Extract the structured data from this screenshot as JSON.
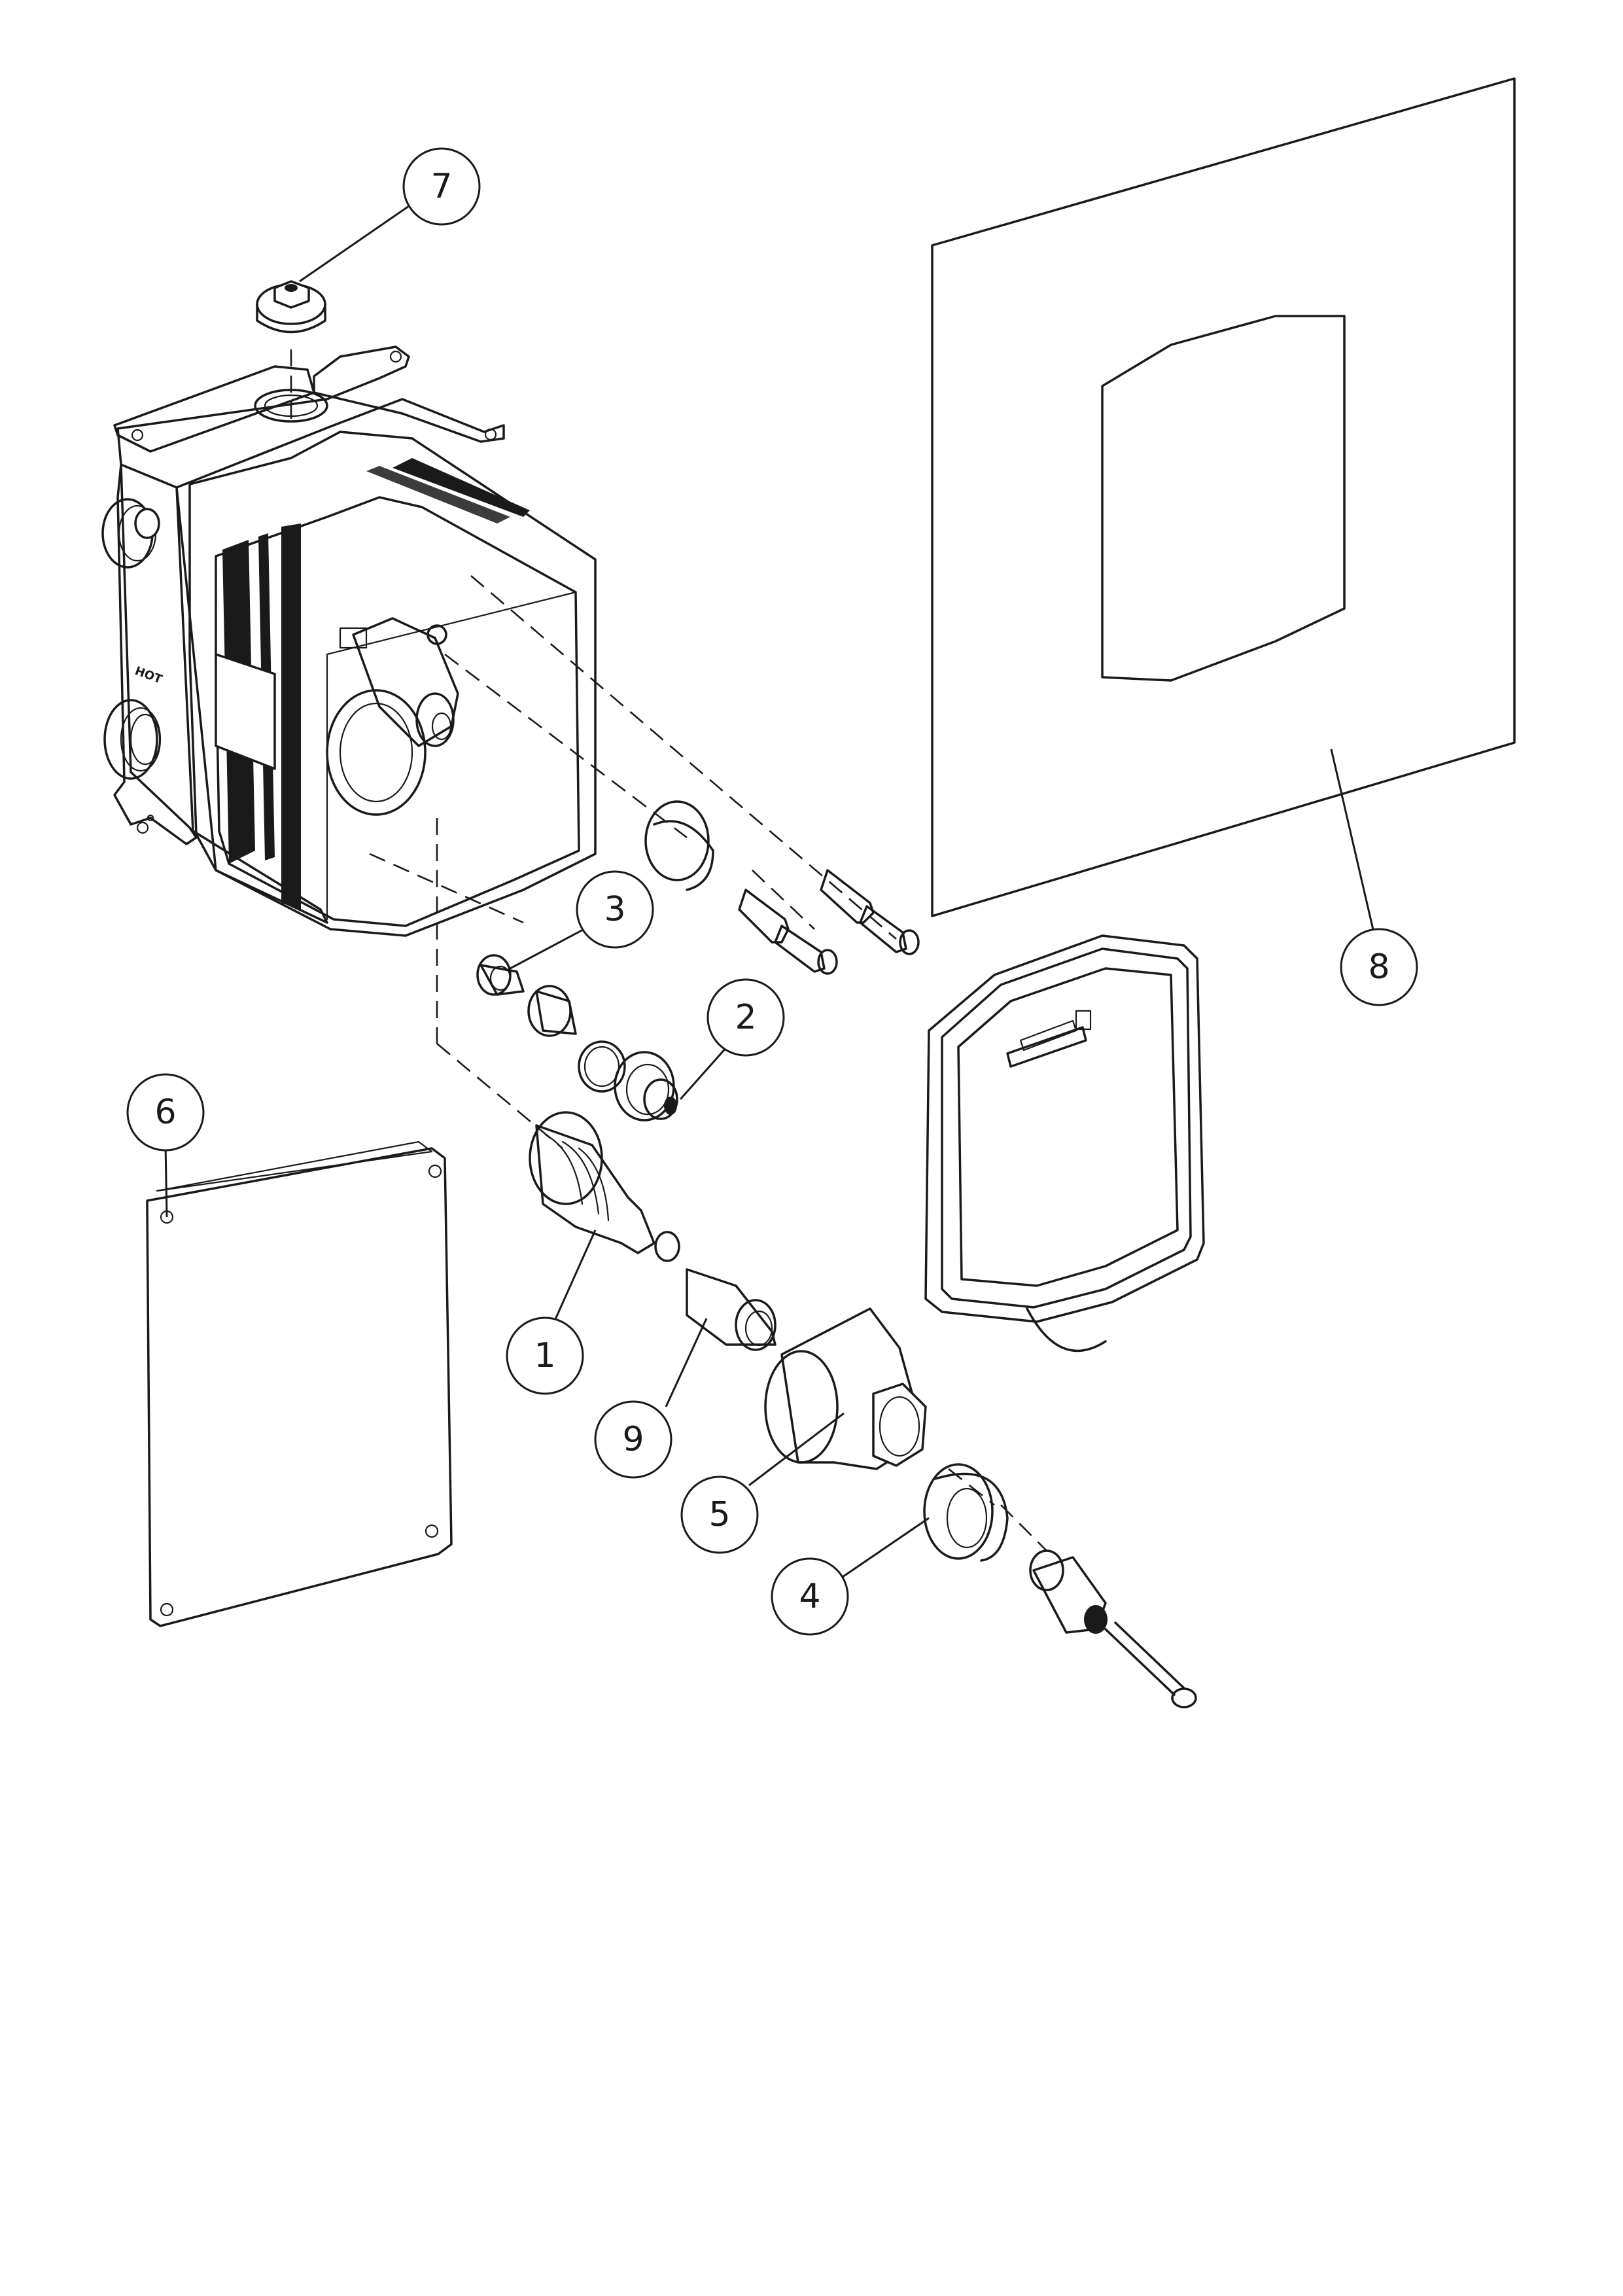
{
  "callouts": [
    {
      "id": "1",
      "label": "1"
    },
    {
      "id": "2",
      "label": "2"
    },
    {
      "id": "3",
      "label": "3"
    },
    {
      "id": "4",
      "label": "4"
    },
    {
      "id": "5",
      "label": "5"
    },
    {
      "id": "6",
      "label": "6"
    },
    {
      "id": "7",
      "label": "7"
    },
    {
      "id": "8",
      "label": "8"
    },
    {
      "id": "9",
      "label": "9"
    }
  ],
  "body_stamp": "HOT"
}
